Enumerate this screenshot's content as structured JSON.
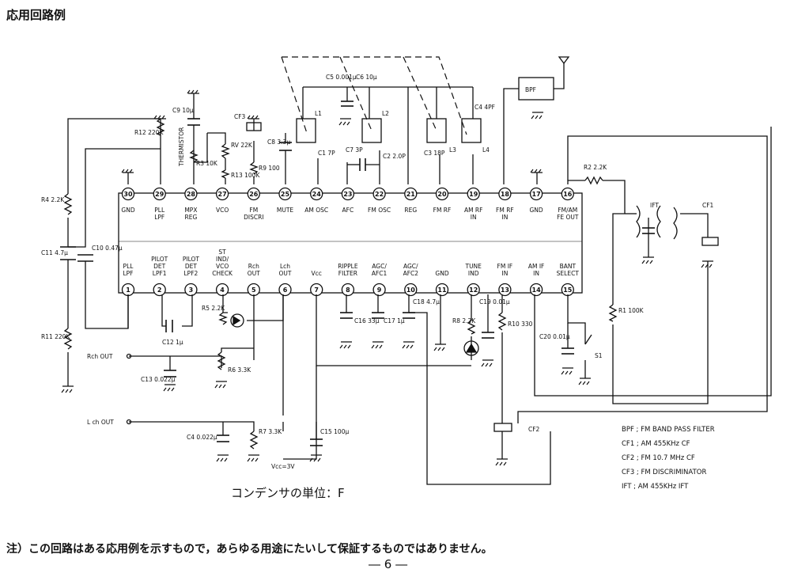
{
  "title": "応用回路例",
  "unit_note": "コンデンサの単位：F",
  "disclaimer": "注）この回路はある応用例を示すもので，あらゆる用途にたいして保証するものではありません。",
  "page_number": "― 6 ―",
  "ic_pins_top": [
    {
      "num": "30",
      "label": "GND"
    },
    {
      "num": "29",
      "label": "PLL LPF"
    },
    {
      "num": "28",
      "label": "MPX REG"
    },
    {
      "num": "27",
      "label": "VCO"
    },
    {
      "num": "26",
      "label": "FM DISCRI"
    },
    {
      "num": "25",
      "label": "MUTE"
    },
    {
      "num": "24",
      "label": "AM OSC"
    },
    {
      "num": "23",
      "label": "AFC"
    },
    {
      "num": "22",
      "label": "FM OSC"
    },
    {
      "num": "21",
      "label": "REG"
    },
    {
      "num": "20",
      "label": "FM RF"
    },
    {
      "num": "19",
      "label": "AM RF IN"
    },
    {
      "num": "18",
      "label": "FM RF IN"
    },
    {
      "num": "17",
      "label": "GND"
    },
    {
      "num": "16",
      "label": "FM/AM FE OUT"
    }
  ],
  "ic_pins_bottom": [
    {
      "num": "1",
      "label": "PLL LPF"
    },
    {
      "num": "2",
      "label": "PILOT DET LPF1"
    },
    {
      "num": "3",
      "label": "PILOT DET LPF2"
    },
    {
      "num": "4",
      "label": "ST IND/ VCO CHECK"
    },
    {
      "num": "5",
      "label": "Rch OUT"
    },
    {
      "num": "6",
      "label": "Lch OUT"
    },
    {
      "num": "7",
      "label": "Vcc"
    },
    {
      "num": "8",
      "label": "RIPPLE FILTER"
    },
    {
      "num": "9",
      "label": "AGC/ AFC1"
    },
    {
      "num": "10",
      "label": "AGC/ AFC2"
    },
    {
      "num": "11",
      "label": "GND"
    },
    {
      "num": "12",
      "label": "TUNE IND"
    },
    {
      "num": "13",
      "label": "FM IF IN"
    },
    {
      "num": "14",
      "label": "AM IF IN"
    },
    {
      "num": "15",
      "label": "BANT SELECT"
    }
  ],
  "components": {
    "r12": "R12 220K",
    "r4": "R4 2.2K",
    "c11": "C11 4.7μ",
    "c10": "C10 0.47μ",
    "r11": "R11 220K",
    "c9": "C9 10μ",
    "thermistor": "THERMISTOR",
    "rv": "RV 22K",
    "r3": "R3 10K",
    "r13": "R13 100K",
    "cf3": "CF3",
    "r9": "R9 100",
    "c8": "C8 3.3μ",
    "c5": "C5 0.001μ",
    "c6": "C6 10μ",
    "l1": "L1",
    "c1": "C1 7P",
    "l2": "L2",
    "c2": "C2 2.0P",
    "c7": "C7 3P",
    "c3": "C3 18P",
    "l3": "L3",
    "c4": "C4 4PF",
    "l4": "L4",
    "bpf": "BPF",
    "r2": "R2 2.2K",
    "ift": "IFT",
    "cf1": "CF1",
    "r1": "R1 100K",
    "c12": "C12 1μ",
    "r5": "R5 2.2K",
    "r6": "R6 3.3K",
    "c13": "C13 0.022μ",
    "r7": "R7 3.3K",
    "c14": "C4 0.022μ",
    "c15": "C15 100μ",
    "vcc": "Vcc=3V",
    "c16": "C16 33μ",
    "c17": "C17 1μ",
    "c18": "C18 4.7μ",
    "r8": "R8 2.2K",
    "c19": "C19 0.01μ",
    "r10": "R10 330",
    "c20": "C20 0.01μ",
    "s1": "S1",
    "cf2": "CF2",
    "rch_out": "Rch OUT",
    "lch_out": "L ch OUT"
  },
  "legend": [
    "BPF ; FM BAND PASS FILTER",
    "CF1 ; AM 455KHz CF",
    "CF2 ; FM 10.7 MHz CF",
    "CF3 ; FM DISCRIMINATOR",
    "IFT ; AM 455KHz IFT"
  ]
}
